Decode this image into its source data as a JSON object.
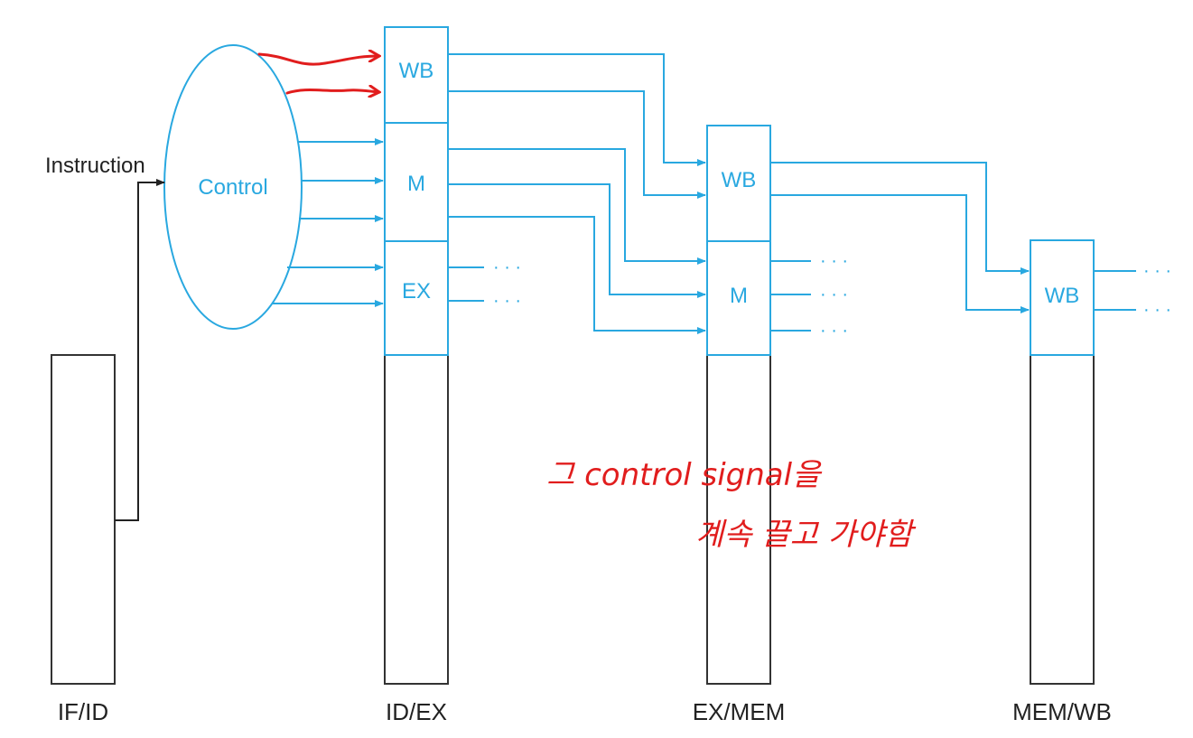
{
  "colors": {
    "signal": "#29a8e0",
    "register": "#333333",
    "annotation": "#e11d1d"
  },
  "control": {
    "label": "Control"
  },
  "instruction_label": "Instruction",
  "fields": {
    "wb": "WB",
    "m": "M",
    "ex": "EX"
  },
  "ellipsis": "· · ·",
  "pipeline_registers": {
    "if_id": "IF/ID",
    "id_ex": "ID/EX",
    "ex_mem": "EX/MEM",
    "mem_wb": "MEM/WB"
  },
  "handwritten_note": {
    "line1": "그 control signal을",
    "line2": "계속 끌고 가야함"
  }
}
